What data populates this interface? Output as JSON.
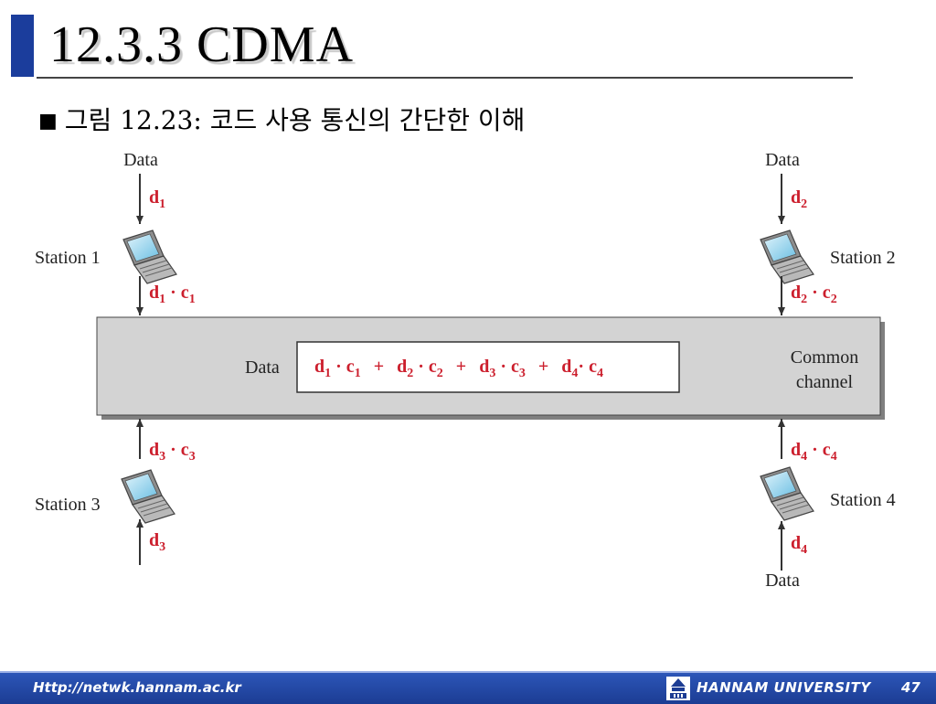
{
  "slide": {
    "title": "12.3.3 CDMA",
    "subtitle": "그림 12.23: 코드 사용 통신의 간단한 이해",
    "bullet": "■"
  },
  "diagram": {
    "data_label": "Data",
    "stations": {
      "s1": "Station 1",
      "s2": "Station 2",
      "s3": "Station 3",
      "s4": "Station 4"
    },
    "channel_label_line1": "Common",
    "channel_label_line2": "channel",
    "box_data_label": "Data",
    "signals": {
      "d": "d",
      "c": "c",
      "dot": "·",
      "plus": "+",
      "n1": "1",
      "n2": "2",
      "n3": "3",
      "n4": "4"
    }
  },
  "footer": {
    "url": "Http://netwk.hannam.ac.kr",
    "university": "HANNAM  UNIVERSITY",
    "page": "47"
  },
  "colors": {
    "accent": "#1b3d9c",
    "signal_red": "#cc1f2d",
    "channel_gray": "#d3d3d3",
    "footer_blue": "#1c3c93"
  }
}
